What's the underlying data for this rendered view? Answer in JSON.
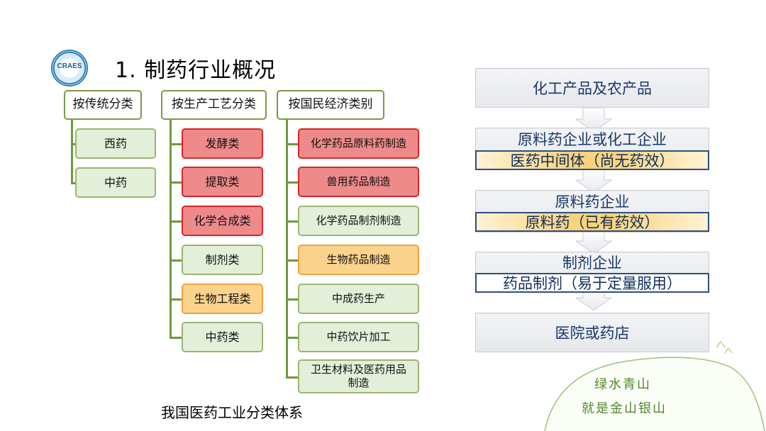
{
  "logo": {
    "text": "CRAES"
  },
  "title": "1. 制药行业概况",
  "columns": [
    {
      "header": "按传统分类",
      "items": [
        {
          "label": "西药",
          "style": "green"
        },
        {
          "label": "中药",
          "style": "green"
        }
      ]
    },
    {
      "header": "按生产工艺分类",
      "items": [
        {
          "label": "发酵类",
          "style": "red"
        },
        {
          "label": "提取类",
          "style": "red"
        },
        {
          "label": "化学合成类",
          "style": "red"
        },
        {
          "label": "制剂类",
          "style": "green"
        },
        {
          "label": "生物工程类",
          "style": "orange"
        },
        {
          "label": "中药类",
          "style": "green"
        }
      ]
    },
    {
      "header": "按国民经济类别",
      "items": [
        {
          "label": "化学药品原料药制造",
          "style": "red"
        },
        {
          "label": "兽用药品制造",
          "style": "red"
        },
        {
          "label": "化学药品制剂制造",
          "style": "green"
        },
        {
          "label": "生物药品制造",
          "style": "orange"
        },
        {
          "label": "中成药生产",
          "style": "green"
        },
        {
          "label": "中药饮片加工",
          "style": "green"
        },
        {
          "label": "卫生材料及医药用品制造",
          "style": "green"
        }
      ]
    }
  ],
  "caption": "我国医药工业分类体系",
  "flow": {
    "top": "化工产品及农产品",
    "stages": [
      {
        "name": "原料药企业或化工企业",
        "band": "医药中间体（尚无药效）",
        "band_style": "yellow"
      },
      {
        "name": "原料药企业",
        "band": "原料药（已有药效）",
        "band_style": "yellow"
      },
      {
        "name": "制剂企业",
        "band": "药品制剂（易于定量服用）",
        "band_style": "white"
      }
    ],
    "bottom": "医院或药店"
  },
  "slogan": {
    "line1": "绿水青山",
    "line2": "就是金山银山"
  },
  "colors": {
    "green_border": "#9bb56f",
    "red_fill": "#ef8a8a",
    "orange_fill": "#fbd38c",
    "flow_text": "#17376a"
  }
}
